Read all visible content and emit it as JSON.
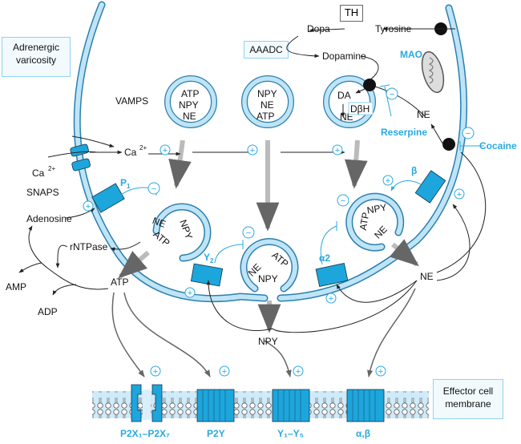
{
  "title_boxes": {
    "varicosity": [
      "Adrenergic",
      "varicosity"
    ],
    "effector": [
      "Effector cell",
      "membrane"
    ],
    "th": "TH",
    "aaadc": "AAADC"
  },
  "synthesis": {
    "tyrosine": "Tyrosine",
    "dopa": "Dopa",
    "dopamine": "Dopamine",
    "mao": "MAO"
  },
  "vesicles": {
    "v1": [
      "ATP",
      "NPY",
      "NE"
    ],
    "v2": [
      "NPY",
      "NE",
      "ATP"
    ],
    "v3_da": "DA",
    "v3_ne": "NE",
    "v3_enzyme": "DβH"
  },
  "fusing_vesicles": {
    "left": [
      "NE",
      "NPY",
      "ATP"
    ],
    "middle": [
      "NE",
      "ATP",
      "NPY"
    ],
    "right": [
      "NPY",
      "ATP",
      "NE"
    ]
  },
  "labels": {
    "vamps": "VAMPS",
    "snaps": "SNAPS",
    "ca_in": "Ca",
    "ca_in_sup": "2+",
    "ca_out": "Ca",
    "ca_out_sup": "2+",
    "adenosine": "Adenosine",
    "rntpase": "rNTPase",
    "amp": "AMP",
    "adp": "ADP",
    "atp_released": "ATP",
    "npy_released": "NPY",
    "ne_released": "NE",
    "ne_reuptake": "NE",
    "reserpine": "Reserpine",
    "cocaine": "Cocaine"
  },
  "receptors_presynaptic": {
    "p1": "P",
    "p1_sub": "1",
    "y2": "Y",
    "y2_sub": "2",
    "alpha2": "α2",
    "beta": "β"
  },
  "receptors_effector": [
    {
      "label": "P2X₁–P2X₇"
    },
    {
      "label": "P2Y"
    },
    {
      "label": "Y₁–Y₅"
    },
    {
      "label": "α,β"
    }
  ],
  "signs": {
    "plus": "+",
    "minus": "−"
  },
  "colors": {
    "membrane_fill": "#bfe4f6",
    "membrane_stroke": "#2a7fb0",
    "receptor": "#1da6dc",
    "accent_text": "#29a9e0",
    "arrow_grey": "#bbbbbb"
  }
}
